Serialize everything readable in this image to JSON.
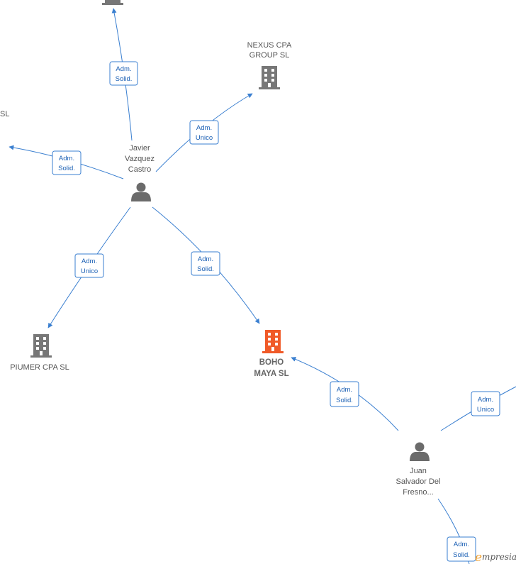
{
  "colors": {
    "edge": "#3a7fd0",
    "company": "#777777",
    "company_highlight": "#f05a28",
    "person": "#6b6b6b",
    "brand_accent": "#f0a030"
  },
  "companies": {
    "top": {
      "label": ""
    },
    "nexus": {
      "line1": "NEXUS CPA",
      "line2": "GROUP  SL"
    },
    "left_sl": {
      "label": "SL"
    },
    "piumer": {
      "label": "PIUMER CPA  SL"
    },
    "boho": {
      "line1": "BOHO",
      "line2": "MAYA  SL"
    }
  },
  "persons": {
    "javier": {
      "line1": "Javier",
      "line2": "Vazquez",
      "line3": "Castro"
    },
    "juan": {
      "line1": "Juan",
      "line2": "Salvador Del",
      "line3": "Fresno..."
    }
  },
  "edges": {
    "javier_top": {
      "line1": "Adm.",
      "line2": "Solid."
    },
    "javier_nexus": {
      "line1": "Adm.",
      "line2": "Unico"
    },
    "javier_left": {
      "line1": "Adm.",
      "line2": "Solid."
    },
    "javier_piumer": {
      "line1": "Adm.",
      "line2": "Unico"
    },
    "javier_boho": {
      "line1": "Adm.",
      "line2": "Solid."
    },
    "juan_boho": {
      "line1": "Adm.",
      "line2": "Solid."
    },
    "juan_right": {
      "line1": "Adm.",
      "line2": "Unico"
    },
    "juan_bottom": {
      "line1": "Adm.",
      "line2": "Solid."
    }
  },
  "brand": {
    "initial": "e",
    "rest": "mpresia"
  }
}
